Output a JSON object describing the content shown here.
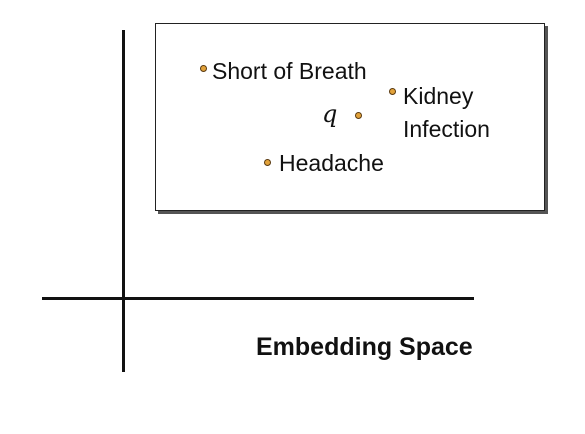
{
  "diagram": {
    "title": "Embedding Space",
    "query_label": "q",
    "points": [
      {
        "id": "short-of-breath",
        "label": "Short of Breath"
      },
      {
        "id": "kidney-infection",
        "label_line1": "Kidney",
        "label_line2": "Infection"
      },
      {
        "id": "headache",
        "label": "Headache"
      }
    ],
    "colors": {
      "point_fill": "#e2a23a",
      "point_outline": "#5a3a10",
      "lines": "#111111"
    }
  }
}
